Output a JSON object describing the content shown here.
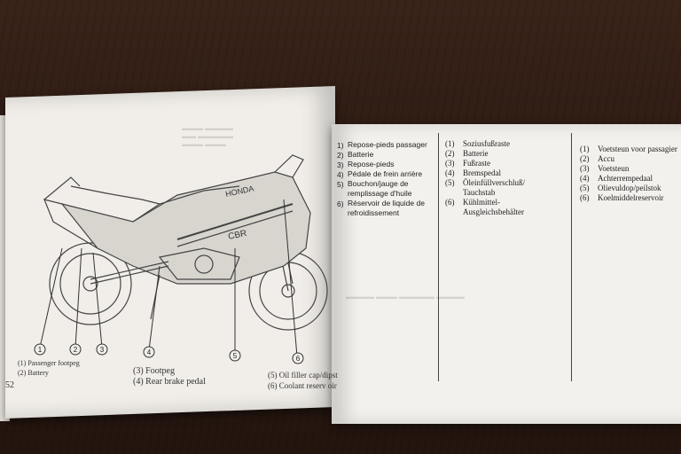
{
  "page_number": "52",
  "french": [
    "Repose-pieds passager",
    "Batterie",
    "Repose-pieds",
    "Pédale de frein arrière",
    "Bouchon/jauge de",
    "remplissage d'huile",
    "Réservoir de liquide de",
    "refroidissement"
  ],
  "french_nums": [
    "1)",
    "2)",
    "3)",
    "4)",
    "5)",
    "",
    "6)",
    ""
  ],
  "german": [
    {
      "n": "(1)",
      "t": "Soziusfußraste"
    },
    {
      "n": "(2)",
      "t": "Batterie"
    },
    {
      "n": "(3)",
      "t": "Fußraste"
    },
    {
      "n": "(4)",
      "t": "Bremspedal"
    },
    {
      "n": "(5)",
      "t": "Öleinfüllverschluß/"
    },
    {
      "n": "",
      "t": "Tauchstab"
    },
    {
      "n": "(6)",
      "t": "Kühlmittel-"
    },
    {
      "n": "",
      "t": "Ausgleichsbehälter"
    }
  ],
  "dutch": [
    {
      "n": "(1)",
      "t": "Voetsteun voor passagier"
    },
    {
      "n": "(2)",
      "t": "Accu"
    },
    {
      "n": "(3)",
      "t": "Voetsteun"
    },
    {
      "n": "(4)",
      "t": "Achterrempedaal"
    },
    {
      "n": "(5)",
      "t": "Olievuldop/peilstok"
    },
    {
      "n": "(6)",
      "t": "Koelmiddelreservoir"
    }
  ],
  "english_legend": {
    "l1": "(1)  Passenger footpeg",
    "l2": "(2)  Battery",
    "l3": "(3)  Footpeg",
    "l4": "(4)  Rear brake pedal",
    "l5": "(5)  Oil filler cap/dipst",
    "l6": "(6)  Coolant reserv oir"
  },
  "callouts": [
    "1",
    "2",
    "3",
    "4",
    "5",
    "6"
  ],
  "tank_brand": "HONDA",
  "side_brand": "CBR"
}
